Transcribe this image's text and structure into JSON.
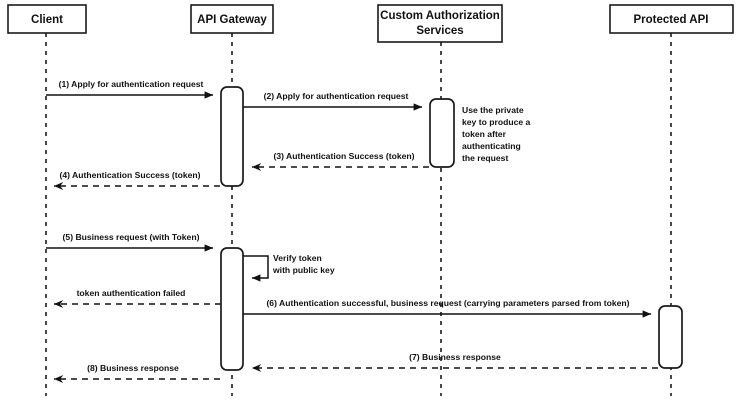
{
  "diagram": {
    "title": "API Gateway token authentication sequence",
    "type": "sequence-diagram",
    "background_color": "#ffffff",
    "line_color": "#111111"
  },
  "actors": [
    {
      "id": "client",
      "label": "Client"
    },
    {
      "id": "api-gateway",
      "label": "API Gateway"
    },
    {
      "id": "custom-authorization-services",
      "label_line1": "Custom Authorization",
      "label_line2": "Services"
    },
    {
      "id": "protected-api",
      "label": "Protected API"
    }
  ],
  "messages": [
    {
      "id": "m1",
      "label": "(1) Apply for authentication request",
      "from": "client",
      "to": "api-gateway",
      "style": "solid"
    },
    {
      "id": "m2",
      "label": "(2) Apply for authentication request",
      "from": "api-gateway",
      "to": "custom-authorization-services",
      "style": "solid"
    },
    {
      "id": "m3",
      "label": "(3) Authentication Success (token)",
      "from": "custom-authorization-services",
      "to": "api-gateway",
      "style": "dashed"
    },
    {
      "id": "m4",
      "label": "(4) Authentication Success (token)",
      "from": "api-gateway",
      "to": "client",
      "style": "dashed"
    },
    {
      "id": "m5",
      "label": "(5) Business request (with Token)",
      "from": "client",
      "to": "api-gateway",
      "style": "solid"
    },
    {
      "id": "m-fail",
      "label": "token authentication failed",
      "from": "api-gateway",
      "to": "client",
      "style": "dashed"
    },
    {
      "id": "m6",
      "label": "(6) Authentication successful, business request (carrying parameters parsed from token)",
      "from": "api-gateway",
      "to": "protected-api",
      "style": "solid"
    },
    {
      "id": "m7",
      "label": "(7) Business response",
      "from": "protected-api",
      "to": "api-gateway",
      "style": "dashed"
    },
    {
      "id": "m8",
      "label": "(8) Business response",
      "from": "api-gateway",
      "to": "client",
      "style": "dashed"
    }
  ],
  "notes": [
    {
      "id": "note-private-key",
      "attached_to": "custom-authorization-services",
      "lines": [
        "Use the private",
        "key to produce a",
        "token after",
        "authenticating",
        "the request"
      ]
    }
  ],
  "self_messages": [
    {
      "id": "verify-token",
      "actor": "api-gateway",
      "lines": [
        "Verify token",
        "with public key"
      ]
    }
  ]
}
